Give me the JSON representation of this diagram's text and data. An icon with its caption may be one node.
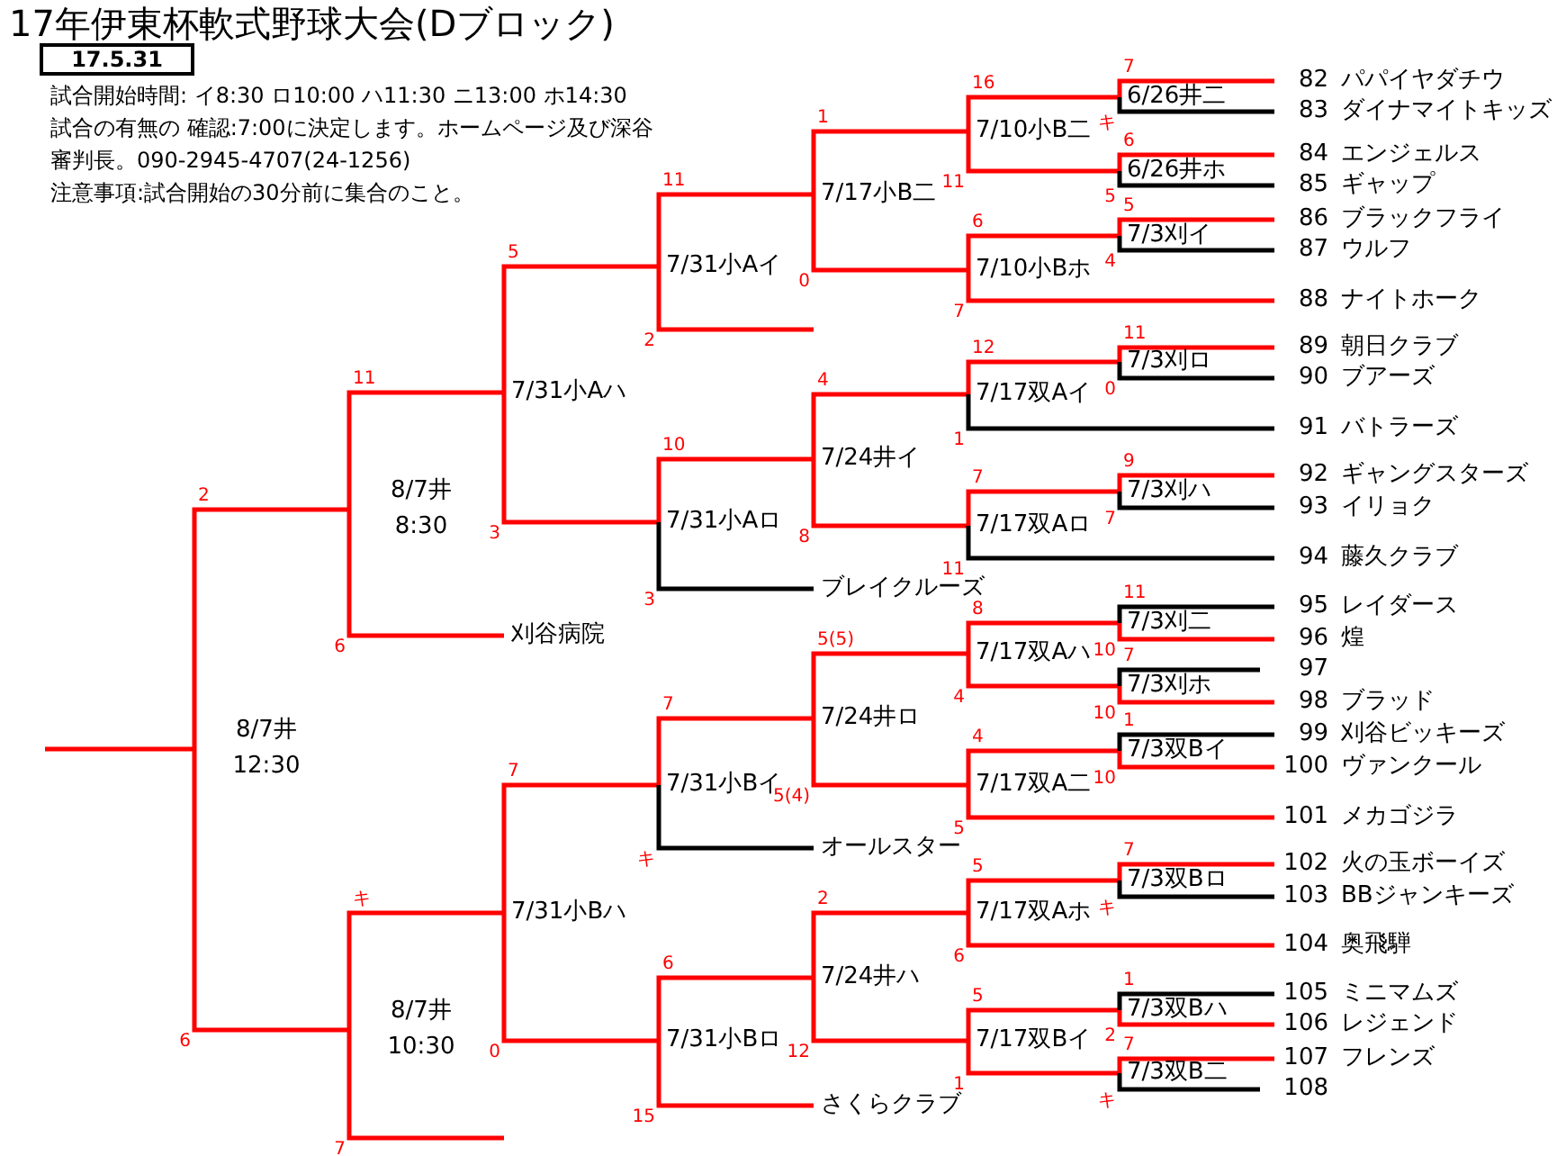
{
  "diagram": {
    "title": "17年伊東杯軟式野球大会(Dブロック)",
    "nodes": [
      {
        "text": [
          "17.5.31"
        ]
      },
      {
        "text": [
          "8/7井",
          "12:30"
        ]
      },
      {
        "text": [
          "8/7井",
          "8:30"
        ]
      },
      {
        "text": [
          "7/31小Aハ"
        ]
      },
      {
        "text": [
          "7/31小Aイ"
        ]
      },
      {
        "text": [
          "7/17小B二"
        ]
      },
      {
        "text": [
          "7/10小B二"
        ]
      },
      {
        "text": [
          "6/26井二"
        ]
      },
      {
        "text": [
          "パパイヤダチウ"
        ],
        "beside": [
          "82"
        ]
      },
      {
        "text": [
          "ダイナマイトキッズ"
        ],
        "beside": [
          "83"
        ]
      },
      {
        "text": [
          "6/26井ホ"
        ]
      },
      {
        "text": [
          "エンジェルス"
        ],
        "beside": [
          "84"
        ]
      },
      {
        "text": [
          "ギャップ"
        ],
        "beside": [
          "85"
        ]
      },
      {
        "text": [
          "7/10小Bホ"
        ]
      },
      {
        "text": [
          "7/3刈イ"
        ]
      },
      {
        "text": [
          "ブラックフライ"
        ],
        "beside": [
          "86"
        ]
      },
      {
        "text": [
          "ウルフ"
        ],
        "beside": [
          "87"
        ]
      },
      {
        "text": [
          "ナイトホーク"
        ],
        "beside": [
          "88"
        ]
      },
      {
        "text": [
          "7/31小Aロ"
        ]
      },
      {
        "text": [
          "7/24井イ"
        ]
      },
      {
        "text": [
          "7/17双Aイ"
        ]
      },
      {
        "text": [
          "7/3刈ロ"
        ]
      },
      {
        "text": [
          "朝日クラブ"
        ],
        "beside": [
          "89"
        ]
      },
      {
        "text": [
          "ブアーズ"
        ],
        "beside": [
          "90"
        ]
      },
      {
        "text": [
          "バトラーズ"
        ],
        "beside": [
          "91"
        ]
      },
      {
        "text": [
          "7/17双Aロ"
        ]
      },
      {
        "text": [
          "7/3刈ハ"
        ]
      },
      {
        "text": [
          "ギャングスターズ"
        ],
        "beside": [
          "92"
        ]
      },
      {
        "text": [
          "イリョク"
        ],
        "beside": [
          "93"
        ]
      },
      {
        "text": [
          "藤久クラブ"
        ],
        "beside": [
          "94"
        ]
      },
      {
        "text": [
          "ブレイクルーズ"
        ]
      },
      {
        "text": [
          "刈谷病院"
        ]
      },
      {
        "text": [
          "8/7井",
          "10:30"
        ]
      },
      {
        "text": [
          "7/31小Bハ"
        ]
      },
      {
        "text": [
          "7/31小Bイ"
        ]
      },
      {
        "text": [
          "7/24井ロ"
        ]
      },
      {
        "text": [
          "7/17双Aハ"
        ]
      },
      {
        "text": [
          "7/3刈二"
        ]
      },
      {
        "text": [
          "レイダース"
        ],
        "beside": [
          "95"
        ]
      },
      {
        "text": [
          "煌"
        ],
        "beside": [
          "96"
        ]
      },
      {
        "text": [
          "7/3刈ホ"
        ]
      },
      {
        "text": [
          "ブラッド"
        ],
        "beside": [
          "98"
        ]
      },
      {
        "text": [
          "7/17双A二"
        ]
      },
      {
        "text": [
          "7/3双Bイ"
        ]
      },
      {
        "text": [
          "刈谷ビッキーズ"
        ],
        "beside": [
          "99"
        ]
      },
      {
        "text": [
          "ヴァンクール"
        ],
        "beside": [
          "100"
        ]
      },
      {
        "text": [
          "メカゴジラ"
        ],
        "beside": [
          "101"
        ]
      },
      {
        "text": [
          "オールスター"
        ]
      },
      {
        "text": [
          "7/31小Bロ"
        ]
      },
      {
        "text": [
          "7/24井ハ"
        ]
      },
      {
        "text": [
          "7/17双Aホ"
        ]
      },
      {
        "text": [
          "7/3双Bロ"
        ]
      },
      {
        "text": [
          "火の玉ボーイズ"
        ],
        "beside": [
          "102"
        ]
      },
      {
        "text": [
          "BBジャンキーズ"
        ],
        "beside": [
          "103"
        ]
      },
      {
        "text": [
          "奥飛騨"
        ],
        "beside": [
          "104"
        ]
      },
      {
        "text": [
          "7/17双Bイ"
        ]
      },
      {
        "text": [
          "7/3双Bハ"
        ]
      },
      {
        "text": [
          "ミニマムズ"
        ],
        "beside": [
          "105"
        ]
      },
      {
        "text": [
          "レジェンド"
        ],
        "beside": [
          "106"
        ]
      },
      {
        "text": [
          "7/3双B二"
        ]
      },
      {
        "text": [
          "フレンズ"
        ],
        "beside": [
          "107"
        ]
      },
      {
        "text": [
          "さくらクラブ"
        ]
      }
    ],
    "edges": [
      {
        "from": 1,
        "to": null,
        "arrow": "none",
        "color": "#ff0000"
      },
      {
        "from": 1,
        "to": 2,
        "label": "2",
        "arrow": "none",
        "color": "#ff0000"
      },
      {
        "from": 1,
        "to": 32,
        "label": "6",
        "arrow": "none",
        "color": "#ff0000"
      },
      {
        "from": 2,
        "to": 3,
        "label": "11",
        "arrow": "none",
        "color": "#ff0000"
      },
      {
        "from": 2,
        "to": 31,
        "label": "6",
        "arrow": "none",
        "color": "#ff0000"
      },
      {
        "from": 3,
        "to": 4,
        "label": "5",
        "arrow": "none",
        "color": "#ff0000"
      },
      {
        "from": 3,
        "to": 18,
        "label": "3",
        "arrow": "none",
        "color": "#ff0000"
      },
      {
        "from": 4,
        "to": 5,
        "label": "11",
        "arrow": "none",
        "color": "#ff0000"
      },
      {
        "from": 4,
        "to": null,
        "label": "2",
        "arrow": "none",
        "color": "#ff0000"
      },
      {
        "from": 5,
        "to": 6,
        "label": "1",
        "arrow": "none",
        "color": "#ff0000"
      },
      {
        "from": 5,
        "to": 13,
        "label": "0",
        "arrow": "none",
        "color": "#ff0000"
      },
      {
        "from": 6,
        "to": 7,
        "label": "16",
        "arrow": "none",
        "color": "#ff0000"
      },
      {
        "from": 6,
        "to": 10,
        "label": "11",
        "arrow": "none",
        "color": "#ff0000"
      },
      {
        "from": 7,
        "to": 8,
        "label": "7",
        "arrow": "none",
        "color": "#ff0000"
      },
      {
        "from": 7,
        "to": 9,
        "label": "キ",
        "arrow": "none",
        "color": "#000000"
      },
      {
        "from": 10,
        "to": 11,
        "label": "6",
        "arrow": "none",
        "color": "#ff0000"
      },
      {
        "from": 10,
        "to": 12,
        "label": "5",
        "arrow": "none",
        "color": "#000000"
      },
      {
        "from": 13,
        "to": 14,
        "label": "6",
        "arrow": "none",
        "color": "#ff0000"
      },
      {
        "from": 13,
        "to": 17,
        "label": "7",
        "arrow": "none",
        "color": "#ff0000"
      },
      {
        "from": 14,
        "to": 15,
        "label": "5",
        "arrow": "none",
        "color": "#ff0000"
      },
      {
        "from": 14,
        "to": 16,
        "label": "4",
        "arrow": "none",
        "color": "#000000"
      },
      {
        "from": 18,
        "to": 19,
        "label": "10",
        "arrow": "none",
        "color": "#ff0000"
      },
      {
        "from": 18,
        "to": 30,
        "label": "3",
        "arrow": "none",
        "color": "#000000"
      },
      {
        "from": 19,
        "to": 20,
        "label": "4",
        "arrow": "none",
        "color": "#ff0000"
      },
      {
        "from": 19,
        "to": 25,
        "label": "8",
        "arrow": "none",
        "color": "#ff0000"
      },
      {
        "from": 20,
        "to": 21,
        "label": "12",
        "arrow": "none",
        "color": "#ff0000"
      },
      {
        "from": 20,
        "to": 24,
        "label": "1",
        "arrow": "none",
        "color": "#000000"
      },
      {
        "from": 21,
        "to": 22,
        "label": "11",
        "arrow": "none",
        "color": "#ff0000"
      },
      {
        "from": 21,
        "to": 23,
        "label": "0",
        "arrow": "none",
        "color": "#000000"
      },
      {
        "from": 25,
        "to": 26,
        "label": "7",
        "arrow": "none",
        "color": "#ff0000"
      },
      {
        "from": 25,
        "to": 29,
        "label": "11",
        "arrow": "none",
        "color": "#000000"
      },
      {
        "from": 26,
        "to": 27,
        "label": "9",
        "arrow": "none",
        "color": "#ff0000"
      },
      {
        "from": 26,
        "to": 28,
        "label": "7",
        "arrow": "none",
        "color": "#000000"
      },
      {
        "from": 32,
        "to": 33,
        "label": "キ",
        "arrow": "none",
        "color": "#ff0000"
      },
      {
        "from": 32,
        "to": null,
        "label": "7",
        "arrow": "none",
        "color": "#ff0000"
      },
      {
        "from": 33,
        "to": 34,
        "label": "7",
        "arrow": "none",
        "color": "#ff0000"
      },
      {
        "from": 33,
        "to": 48,
        "label": "0",
        "arrow": "none",
        "color": "#ff0000"
      },
      {
        "from": 34,
        "to": 35,
        "label": "7",
        "arrow": "none",
        "color": "#ff0000"
      },
      {
        "from": 34,
        "to": 47,
        "label": "キ",
        "arrow": "none",
        "color": "#000000"
      },
      {
        "from": 35,
        "to": 36,
        "label": "5(5)",
        "arrow": "none",
        "color": "#ff0000"
      },
      {
        "from": 35,
        "to": 42,
        "label": "5(4)",
        "arrow": "none",
        "color": "#ff0000"
      },
      {
        "from": 36,
        "to": 37,
        "label": "8",
        "arrow": "none",
        "color": "#ff0000"
      },
      {
        "from": 36,
        "to": 40,
        "label": "4",
        "arrow": "none",
        "color": "#ff0000"
      },
      {
        "from": 37,
        "to": 38,
        "label": "11",
        "arrow": "none",
        "color": "#000000"
      },
      {
        "from": 37,
        "to": 39,
        "label": "10",
        "arrow": "none",
        "color": "#ff0000"
      },
      {
        "from": 40,
        "to": null,
        "label": "7",
        "arrow": "none",
        "color": "#000000"
      },
      {
        "from": 40,
        "to": 41,
        "label": "10",
        "arrow": "none",
        "color": "#ff0000"
      },
      {
        "from": 42,
        "to": 43,
        "label": "4",
        "arrow": "none",
        "color": "#ff0000"
      },
      {
        "from": 42,
        "to": 46,
        "label": "5",
        "arrow": "none",
        "color": "#ff0000"
      },
      {
        "from": 43,
        "to": 44,
        "label": "1",
        "arrow": "none",
        "color": "#000000"
      },
      {
        "from": 43,
        "to": 45,
        "label": "10",
        "arrow": "none",
        "color": "#ff0000"
      },
      {
        "from": 48,
        "to": 49,
        "label": "6",
        "arrow": "none",
        "color": "#ff0000"
      },
      {
        "from": 48,
        "to": 61,
        "label": "15",
        "arrow": "none",
        "color": "#ff0000"
      },
      {
        "from": 49,
        "to": 50,
        "label": "2",
        "arrow": "none",
        "color": "#ff0000"
      },
      {
        "from": 49,
        "to": 55,
        "label": "12",
        "arrow": "none",
        "color": "#ff0000"
      },
      {
        "from": 50,
        "to": 51,
        "label": "5",
        "arrow": "none",
        "color": "#ff0000"
      },
      {
        "from": 50,
        "to": 54,
        "label": "6",
        "arrow": "none",
        "color": "#ff0000"
      },
      {
        "from": 51,
        "to": 52,
        "label": "7",
        "arrow": "none",
        "color": "#ff0000"
      },
      {
        "from": 51,
        "to": 53,
        "label": "キ",
        "arrow": "none",
        "color": "#000000"
      },
      {
        "from": 55,
        "to": 56,
        "label": "5",
        "arrow": "none",
        "color": "#ff0000"
      },
      {
        "from": 55,
        "to": 59,
        "label": "1",
        "arrow": "none",
        "color": "#ff0000"
      },
      {
        "from": 56,
        "to": 57,
        "label": "1",
        "arrow": "none",
        "color": "#000000"
      },
      {
        "from": 56,
        "to": 58,
        "label": "2",
        "arrow": "none",
        "color": "#ff0000"
      },
      {
        "from": 59,
        "to": 60,
        "label": "7",
        "arrow": "none",
        "color": "#ff0000"
      },
      {
        "from": 59,
        "to": null,
        "label": "キ",
        "arrow": "none",
        "color": "#000000"
      }
    ],
    "labels": [
      "試合開始時間: イ8:30 ロ10:00 ハ11:30 ニ13:00 ホ14:30",
      "試合の有無の 確認:7:00に決定します。ホームページ及び深谷審判長。090-2945-4707(24-1256)",
      "注意事項:試合開始の30分前に集合のこと。",
      "97",
      "108"
    ]
  }
}
